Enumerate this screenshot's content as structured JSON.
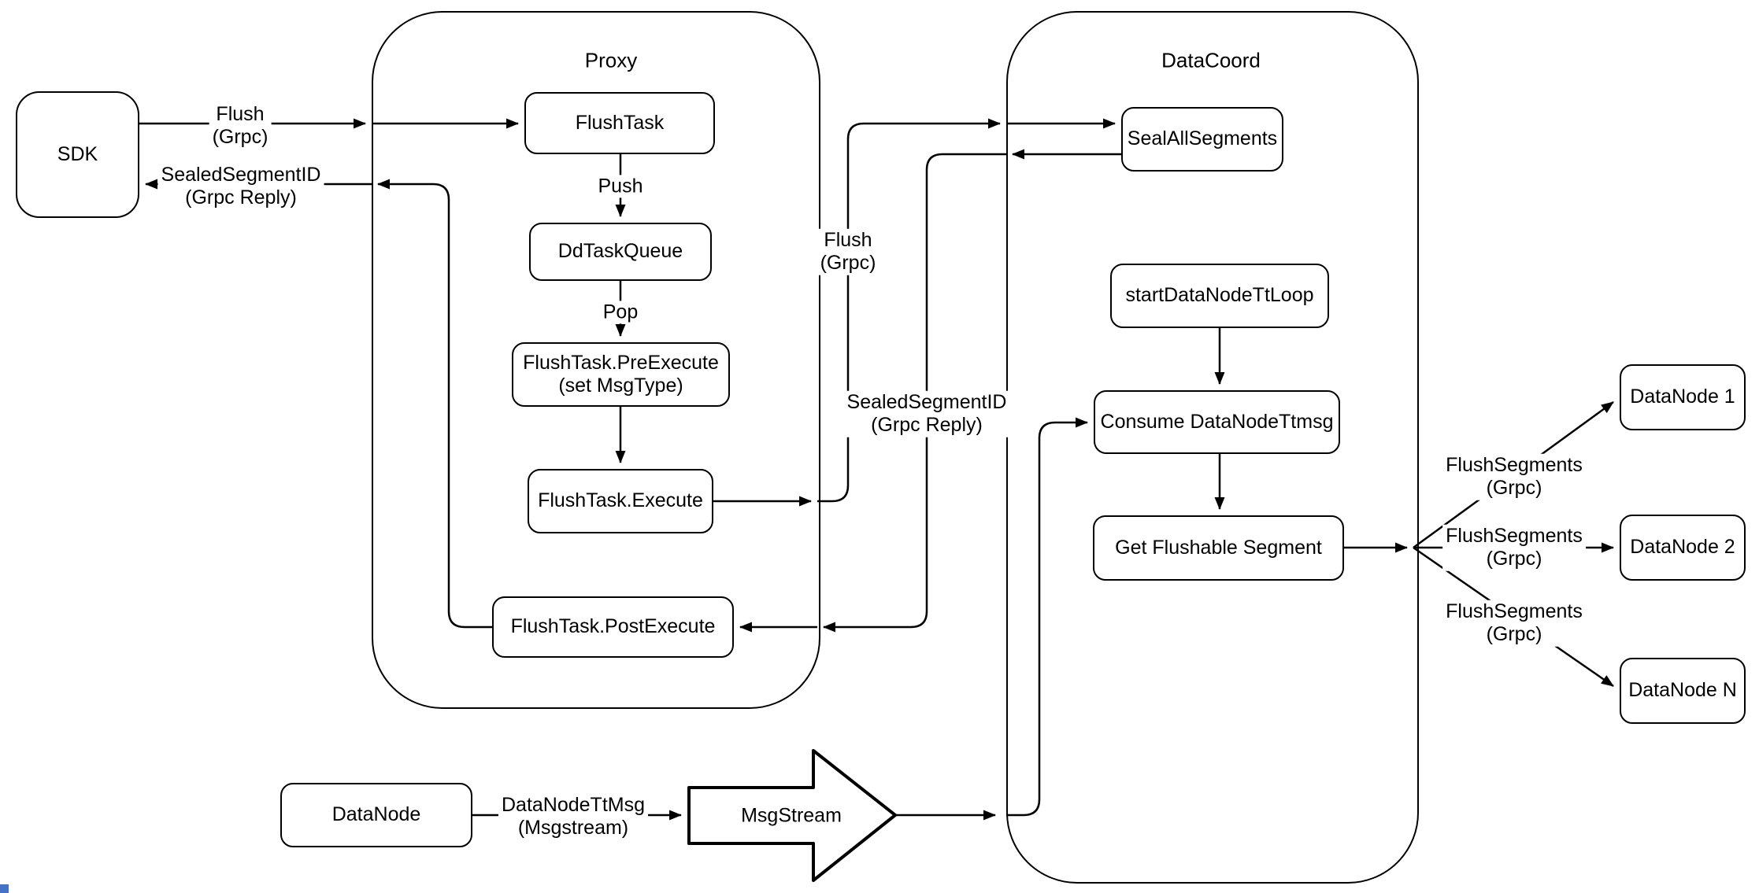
{
  "colors": {
    "background": "#ffffff",
    "stroke": "#000000",
    "corner_artifact": "#4472C4"
  },
  "containers": {
    "proxy": {
      "title": "Proxy"
    },
    "datacoord": {
      "title": "DataCoord"
    }
  },
  "nodes": {
    "sdk": {
      "label": "SDK"
    },
    "flush_task": {
      "label": "FlushTask"
    },
    "dd_task_queue": {
      "label": "DdTaskQueue"
    },
    "pre_execute": {
      "label": "FlushTask.PreExecute",
      "label2": "(set MsgType)"
    },
    "execute": {
      "label": "FlushTask.Execute"
    },
    "post_execute": {
      "label": "FlushTask.PostExecute"
    },
    "seal_all_segments": {
      "label": "SealAllSegments"
    },
    "start_datanode_tt_loop": {
      "label": "startDataNodeTtLoop"
    },
    "consume_datanode_ttmsg": {
      "label": "Consume DataNodeTtmsg"
    },
    "get_flushable_segment": {
      "label": "Get Flushable Segment"
    },
    "datanode_1": {
      "label": "DataNode 1"
    },
    "datanode_2": {
      "label": "DataNode 2"
    },
    "datanode_n": {
      "label": "DataNode N"
    },
    "datanode_bottom": {
      "label": "DataNode"
    },
    "msgstream": {
      "label": "MsgStream"
    }
  },
  "edge_labels": {
    "flush_sdk_to_proxy": [
      "Flush",
      "(Grpc)"
    ],
    "sealed_segment_id_to_sdk": [
      "SealedSegmentID",
      "(Grpc Reply)"
    ],
    "push": "Push",
    "pop": "Pop",
    "flush_proxy_to_datacoord": [
      "Flush",
      "(Grpc)"
    ],
    "sealed_segment_id_to_proxy": [
      "SealedSegmentID",
      "(Grpc Reply)"
    ],
    "datanode_tt_msg": [
      "DataNodeTtMsg",
      "(Msgstream)"
    ],
    "flush_segments_1": [
      "FlushSegments",
      "(Grpc)"
    ],
    "flush_segments_2": [
      "FlushSegments",
      "(Grpc)"
    ],
    "flush_segments_3": [
      "FlushSegments",
      "(Grpc)"
    ]
  }
}
